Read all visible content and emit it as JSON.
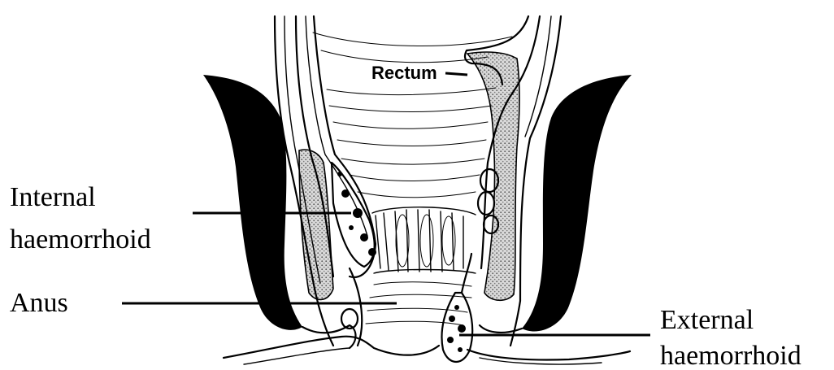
{
  "labels": {
    "rectum": "Rectum",
    "internal_line1": "Internal",
    "internal_line2": "haemorrhoid",
    "anus": "Anus",
    "external_line1": "External",
    "external_line2": "haemorrhoid"
  }
}
